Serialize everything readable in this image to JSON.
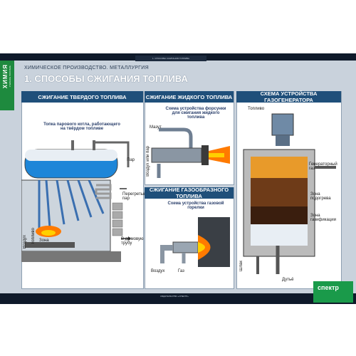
{
  "header": {
    "top_tab": "1. СПОСОБЫ СЖИГАНИЯ ТОПЛИВА",
    "subtitle": "ХИМИЧЕСКОЕ ПРОИЗВОДСТВО. МЕТАЛЛУРГИЯ",
    "title": "1. СПОСОБЫ СЖИГАНИЯ ТОПЛИВА"
  },
  "side": {
    "label": "ХИМИЯ",
    "sub": "УЧЕБНОЕ ПОСОБИЕ"
  },
  "footer": {
    "bottom_tab": "ИЗДАТЕЛЬСТВО «СПЕКТР»",
    "logo": "спектр"
  },
  "panels": {
    "solid": {
      "header": "СЖИГАНИЕ ТВЕРДОГО ТОПЛИВА",
      "caption": "Топка парового котла, работающего на твёрдом топливе",
      "labels": {
        "steam": "Пар",
        "superheated": "Перегретый пар",
        "chimney": "В дымовую трубу",
        "zone": "Зона",
        "air": "Воздух",
        "fuel": "Топливо"
      }
    },
    "liquid": {
      "header": "СЖИГАНИЕ ЖИДКОГО ТОПЛИВА",
      "caption": "Схема устройства форсунки для сжигания жидкого топлива",
      "labels": {
        "mazut": "Мазут",
        "air": "Воздух или пар"
      }
    },
    "gas": {
      "header": "СЖИГАНИЕ ГАЗООБРАЗНОГО ТОПЛИВА",
      "caption": "Схема устройства газовой горелки",
      "labels": {
        "air": "Воздух",
        "gas": "Газ"
      }
    },
    "generator": {
      "header": "СХЕМА УСТРОЙСТВА ГАЗОГЕНЕРАТОРА",
      "labels": {
        "fuel": "Топливо",
        "gen_gas": "Генераторный газ",
        "zone_heat": "Зона подогрева",
        "zone_gas": "Зона газификации",
        "slag": "Шлак",
        "blast": "Дутьё"
      }
    }
  },
  "colors": {
    "accent_green": "#1e8a3e",
    "header_blue": "#1f4f7a",
    "flame": "#ff7a00"
  }
}
